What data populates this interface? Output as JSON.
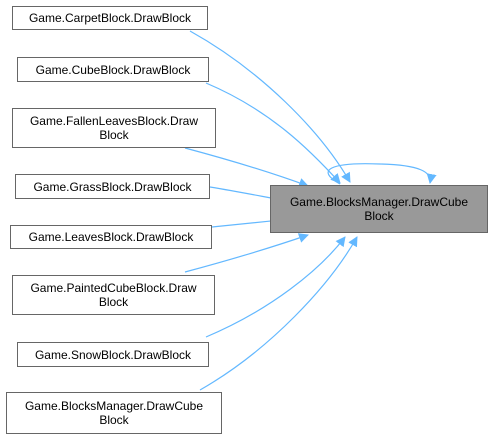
{
  "colors": {
    "edge": "#63b8ff",
    "node_border": "#666666",
    "focus_fill": "#999999",
    "background": "#ffffff"
  },
  "target": {
    "label_line1": "Game.BlocksManager.DrawCube",
    "label_line2": "Block"
  },
  "callers": [
    {
      "id": "carpet",
      "line1": "Game.CarpetBlock.DrawBlock",
      "line2": ""
    },
    {
      "id": "cube",
      "line1": "Game.CubeBlock.DrawBlock",
      "line2": ""
    },
    {
      "id": "fallen",
      "line1": "Game.FallenLeavesBlock.Draw",
      "line2": "Block"
    },
    {
      "id": "grass",
      "line1": "Game.GrassBlock.DrawBlock",
      "line2": ""
    },
    {
      "id": "leaves",
      "line1": "Game.LeavesBlock.DrawBlock",
      "line2": ""
    },
    {
      "id": "painted",
      "line1": "Game.PaintedCubeBlock.Draw",
      "line2": "Block"
    },
    {
      "id": "snow",
      "line1": "Game.SnowBlock.DrawBlock",
      "line2": ""
    },
    {
      "id": "manager",
      "line1": "Game.BlocksManager.DrawCube",
      "line2": "Block"
    }
  ]
}
